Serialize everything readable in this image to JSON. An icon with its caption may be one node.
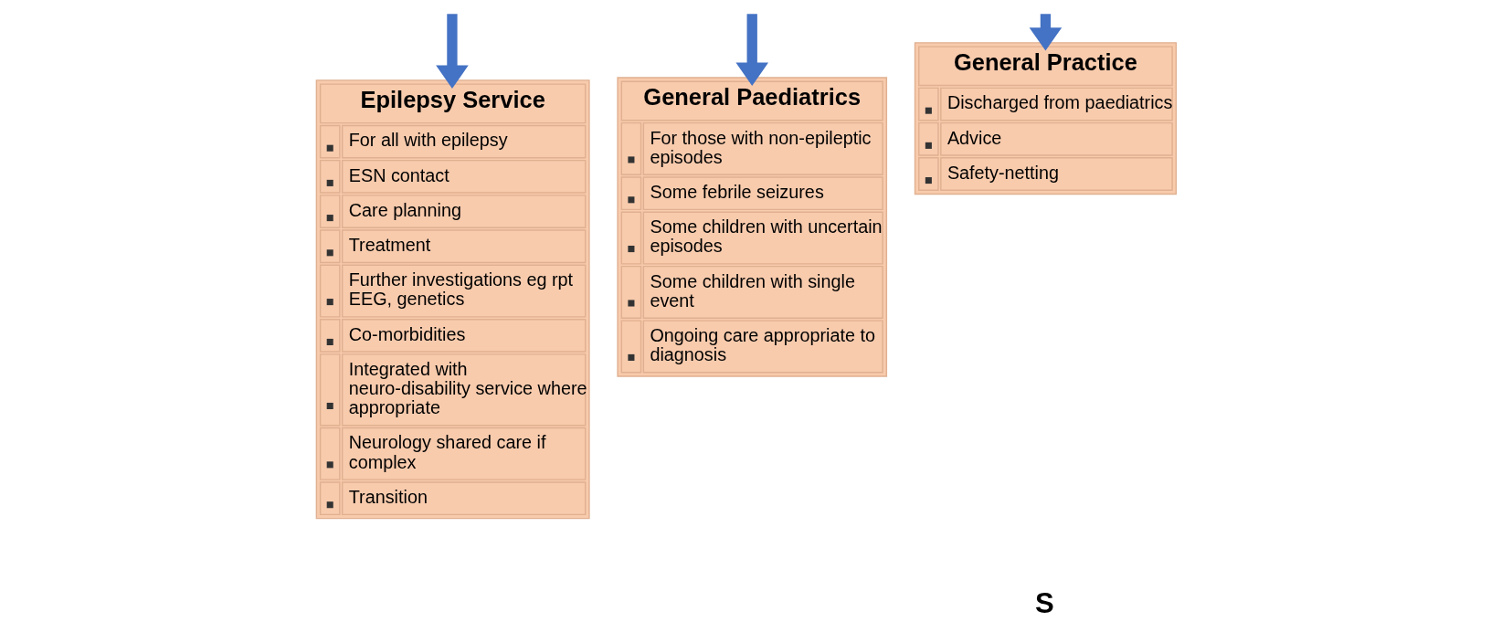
{
  "diagram": {
    "nodes": [
      {
        "text": [
          "Epilepsy Service",
          "For all with epilepsy",
          "ESN contact",
          "Care planning",
          "Treatment",
          "Further investigations eg rpt EEG, genetics",
          "Co-morbidities",
          "Integrated with neuro-disability service where appropriate",
          "Neurology shared care if complex",
          "Transition"
        ]
      },
      {
        "text": [
          "General Paediatrics",
          "For those with non-epileptic episodes",
          "Some febrile seizures",
          "Some children with uncertain episodes",
          "Some children with single event",
          "Ongoing care appropriate to diagnosis"
        ]
      },
      {
        "text": [
          "General Practice",
          "Discharged from paediatrics",
          "Advice",
          "Safety-netting"
        ]
      }
    ],
    "edges": [
      {
        "from": null,
        "to": 0,
        "arrow": "to"
      },
      {
        "from": null,
        "to": 1,
        "arrow": "to"
      },
      {
        "from": null,
        "to": 2,
        "arrow": "to"
      }
    ],
    "labels": [
      "S"
    ]
  }
}
